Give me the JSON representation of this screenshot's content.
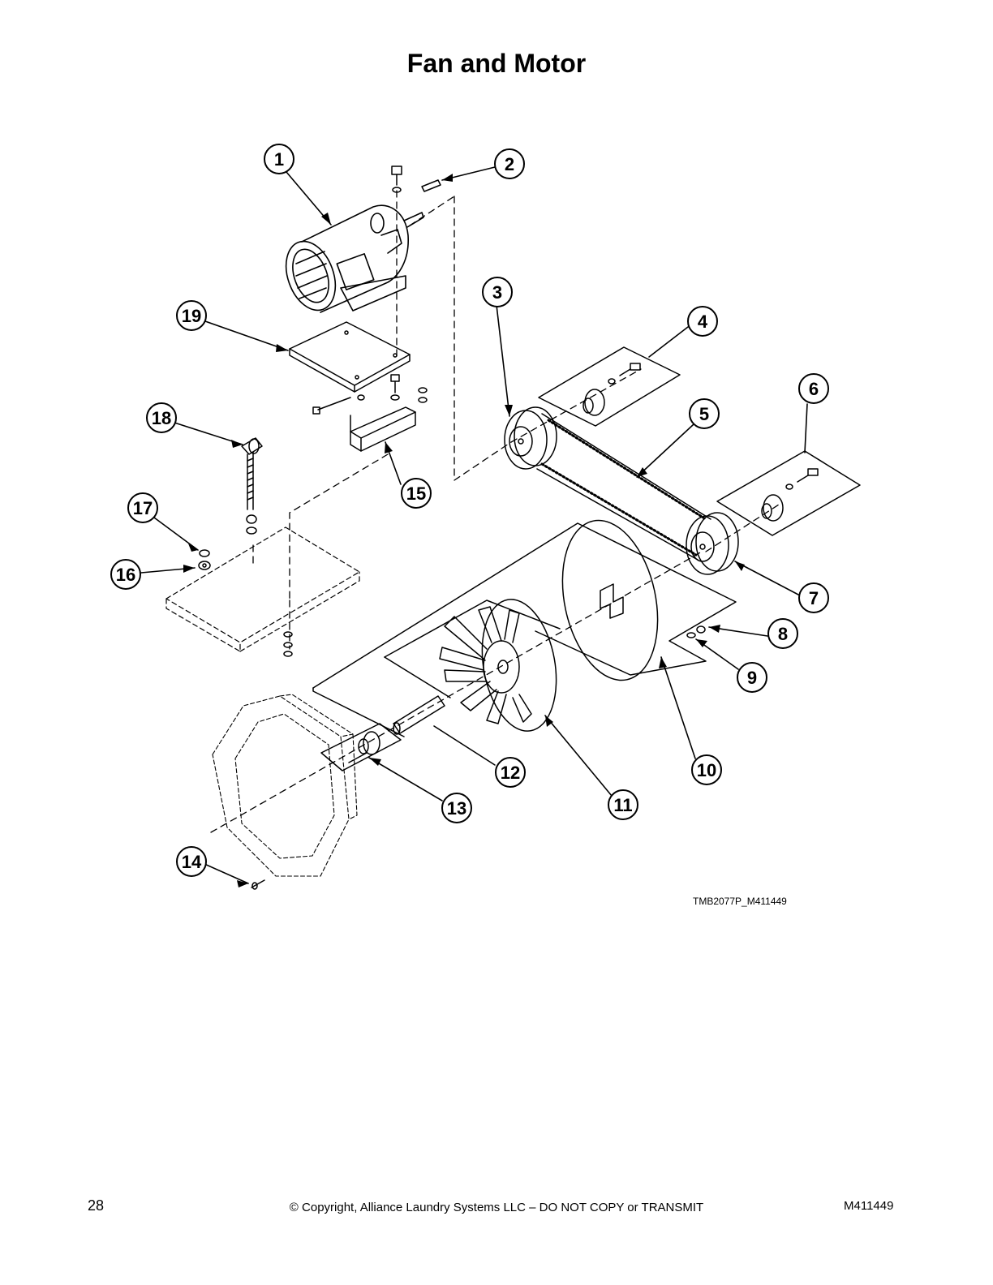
{
  "page": {
    "title": "Fan and Motor",
    "drawing_code": "TMB2077P_M411449",
    "page_number": "28",
    "copyright": "© Copyright, Alliance Laundry Systems LLC – DO NOT COPY or TRANSMIT",
    "doc_number": "M411449"
  },
  "callouts": [
    {
      "id": "c1",
      "label": "1",
      "part": "motor"
    },
    {
      "id": "c2",
      "label": "2",
      "part": "key"
    },
    {
      "id": "c3",
      "label": "3",
      "part": "motor-pulley"
    },
    {
      "id": "c4",
      "label": "4",
      "part": "motor-bushing-kit"
    },
    {
      "id": "c5",
      "label": "5",
      "part": "belt"
    },
    {
      "id": "c6",
      "label": "6",
      "part": "fan-bushing-kit"
    },
    {
      "id": "c7",
      "label": "7",
      "part": "fan-pulley"
    },
    {
      "id": "c8",
      "label": "8",
      "part": "nut"
    },
    {
      "id": "c9",
      "label": "9",
      "part": "washer"
    },
    {
      "id": "c10",
      "label": "10",
      "part": "plate-assembly"
    },
    {
      "id": "c11",
      "label": "11",
      "part": "fan-wheel"
    },
    {
      "id": "c12",
      "label": "12",
      "part": "shaft"
    },
    {
      "id": "c13",
      "label": "13",
      "part": "hub"
    },
    {
      "id": "c14",
      "label": "14",
      "part": "screw"
    },
    {
      "id": "c15",
      "label": "15",
      "part": "bracket"
    },
    {
      "id": "c16",
      "label": "16",
      "part": "nut"
    },
    {
      "id": "c17",
      "label": "17",
      "part": "washer"
    },
    {
      "id": "c18",
      "label": "18",
      "part": "adjusting-bolt"
    },
    {
      "id": "c19",
      "label": "19",
      "part": "motor-mount-plate"
    }
  ]
}
